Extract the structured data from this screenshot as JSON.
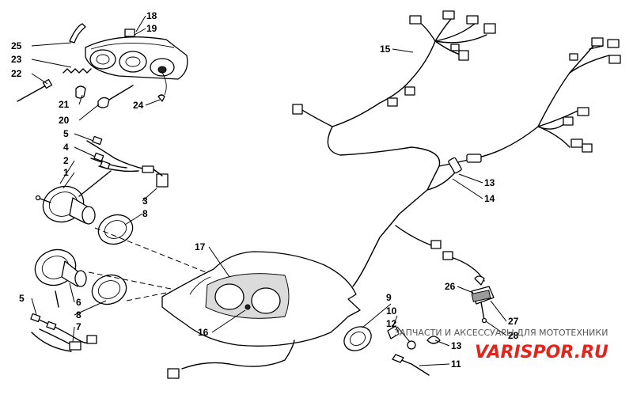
{
  "callouts": [
    {
      "id": "18",
      "label": "18"
    },
    {
      "id": "19",
      "label": "19"
    },
    {
      "id": "25",
      "label": "25"
    },
    {
      "id": "23",
      "label": "23"
    },
    {
      "id": "22",
      "label": "22"
    },
    {
      "id": "21",
      "label": "21"
    },
    {
      "id": "20",
      "label": "20"
    },
    {
      "id": "24",
      "label": "24"
    },
    {
      "id": "5a",
      "label": "5"
    },
    {
      "id": "4",
      "label": "4"
    },
    {
      "id": "2",
      "label": "2"
    },
    {
      "id": "1",
      "label": "1"
    },
    {
      "id": "3",
      "label": "3"
    },
    {
      "id": "8a",
      "label": "8"
    },
    {
      "id": "6",
      "label": "6"
    },
    {
      "id": "8b",
      "label": "8"
    },
    {
      "id": "5b",
      "label": "5"
    },
    {
      "id": "7",
      "label": "7"
    },
    {
      "id": "17",
      "label": "17"
    },
    {
      "id": "16",
      "label": "16"
    },
    {
      "id": "15",
      "label": "15"
    },
    {
      "id": "13a",
      "label": "13"
    },
    {
      "id": "14",
      "label": "14"
    },
    {
      "id": "26",
      "label": "26"
    },
    {
      "id": "27",
      "label": "27"
    },
    {
      "id": "28",
      "label": "28"
    },
    {
      "id": "9",
      "label": "9"
    },
    {
      "id": "10",
      "label": "10"
    },
    {
      "id": "12",
      "label": "12"
    },
    {
      "id": "13b",
      "label": "13"
    },
    {
      "id": "11",
      "label": "11"
    }
  ],
  "watermark": {
    "caption": "ЗАПЧАСТИ И АКСЕССУАРЫ ДЛЯ МОТОТЕХНИКИ",
    "logo": "VARISPOR.RU"
  }
}
